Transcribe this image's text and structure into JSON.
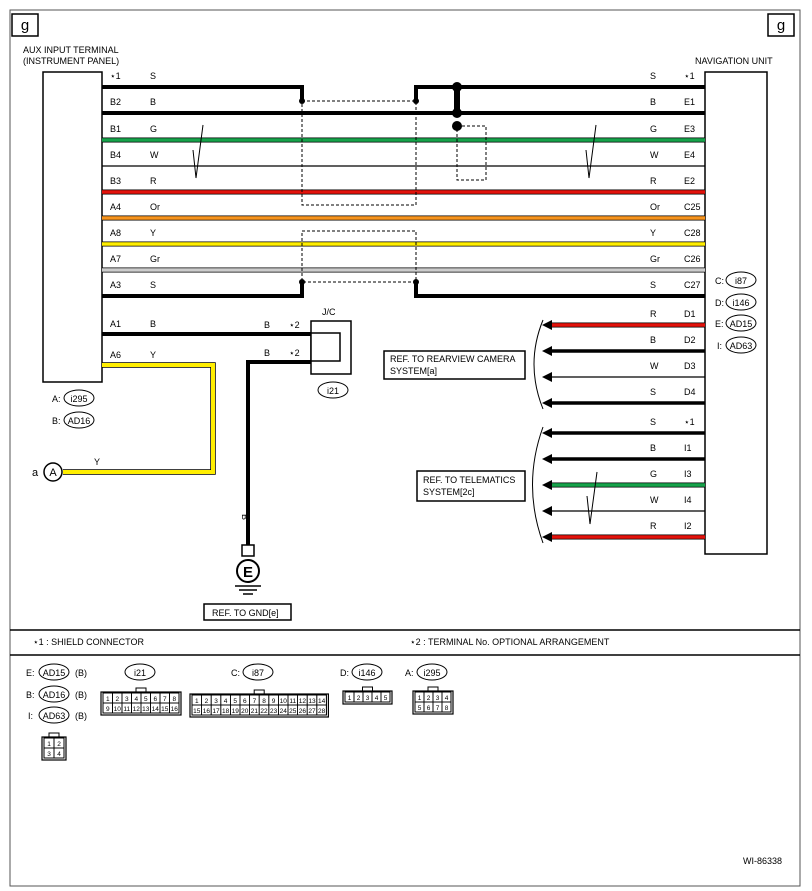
{
  "corner_tag": "g",
  "aux": {
    "title1": "AUX INPUT TERMINAL",
    "title2": "(INSTRUMENT PANEL)"
  },
  "nav": {
    "title": "NAVIGATION UNIT"
  },
  "rows": [
    {
      "lp": "⋆1",
      "lc": "S",
      "rc": "S",
      "rp": "⋆1",
      "color": "#000000"
    },
    {
      "lp": "B2",
      "lc": "B",
      "rc": "B",
      "rp": "E1",
      "color": "#000000"
    },
    {
      "lp": "B1",
      "lc": "G",
      "rc": "G",
      "rp": "E3",
      "color": "#16a34a"
    },
    {
      "lp": "B4",
      "lc": "W",
      "rc": "W",
      "rp": "E4",
      "color": "#000000"
    },
    {
      "lp": "B3",
      "lc": "R",
      "rc": "R",
      "rp": "E2",
      "color": "#e3120b"
    },
    {
      "lp": "A4",
      "lc": "Or",
      "rc": "Or",
      "rp": "C25",
      "color": "#f7941d"
    },
    {
      "lp": "A8",
      "lc": "Y",
      "rc": "Y",
      "rp": "C28",
      "color": "#ffee00"
    },
    {
      "lp": "A7",
      "lc": "Gr",
      "rc": "Gr",
      "rp": "C26",
      "color": "#cccccc"
    },
    {
      "lp": "A3",
      "lc": "S",
      "rc": "S",
      "rp": "C27",
      "color": "#000000"
    }
  ],
  "aux_lower": [
    {
      "pin": "A1",
      "color_code": "B"
    },
    {
      "pin": "A6",
      "color_code": "Y"
    }
  ],
  "jc": {
    "label": "J/C",
    "in1_color": "B",
    "in1_pin": "⋆2",
    "in2_color": "B",
    "in2_pin": "⋆2",
    "id": "i21"
  },
  "nav_conn": [
    {
      "p": "C:",
      "id": "i87"
    },
    {
      "p": "D:",
      "id": "i146"
    },
    {
      "p": "E:",
      "id": "AD15"
    },
    {
      "p": "I:",
      "id": "AD63"
    }
  ],
  "aux_conn": [
    {
      "p": "A:",
      "id": "i295"
    },
    {
      "p": "B:",
      "id": "AD16"
    }
  ],
  "rear_rows": [
    {
      "c": "R",
      "p": "D1",
      "color": "#e3120b"
    },
    {
      "c": "B",
      "p": "D2",
      "color": "#000000"
    },
    {
      "c": "W",
      "p": "D3",
      "color": "#000000"
    },
    {
      "c": "S",
      "p": "D4",
      "color": "#000000"
    }
  ],
  "tele_rows": [
    {
      "c": "S",
      "p": "⋆1",
      "color": "#000000"
    },
    {
      "c": "B",
      "p": "I1",
      "color": "#000000"
    },
    {
      "c": "G",
      "p": "I3",
      "color": "#16a34a"
    },
    {
      "c": "W",
      "p": "I4",
      "color": "#000000"
    },
    {
      "c": "R",
      "p": "I2",
      "color": "#e3120b"
    }
  ],
  "ref_rear": {
    "line1": "REF. TO REARVIEW CAMERA",
    "line2": "SYSTEM[a]"
  },
  "ref_tele": {
    "line1": "REF. TO TELEMATICS",
    "line2": "SYSTEM[2c]"
  },
  "ref_gnd": "REF. TO GND[e]",
  "gnd_symbol": "E",
  "gnd_wire": "B",
  "link": {
    "prefix": "a",
    "symbol": "A",
    "wire": "Y"
  },
  "notes": {
    "n1": "⋆1 : SHIELD CONNECTOR",
    "n2": "⋆2 : TERMINAL No. OPTIONAL ARRANGEMENT"
  },
  "legend": {
    "eac": [
      {
        "p": "E:",
        "id": "AD15",
        "c": "(B)"
      },
      {
        "p": "B:",
        "id": "AD16",
        "c": "(B)"
      },
      {
        "p": "I:",
        "id": "AD63",
        "c": "(B)"
      }
    ],
    "i21": {
      "label": "i21",
      "top": [
        "1",
        "2",
        "3",
        "4",
        "5",
        "6",
        "7",
        "8"
      ],
      "bottom": [
        "9",
        "10",
        "11",
        "12",
        "13",
        "14",
        "15",
        "16"
      ]
    },
    "i87": {
      "prefix": "C:",
      "label": "i87",
      "top": [
        "1",
        "2",
        "3",
        "4",
        "5",
        "6",
        "7",
        "8",
        "9",
        "10",
        "11",
        "12",
        "13",
        "14"
      ],
      "bottom": [
        "15",
        "16",
        "17",
        "18",
        "19",
        "20",
        "21",
        "22",
        "23",
        "24",
        "25",
        "26",
        "27",
        "28"
      ]
    },
    "i146": {
      "prefix": "D:",
      "label": "i146",
      "top": [
        "1",
        "2",
        "3",
        "4",
        "5"
      ]
    },
    "i295": {
      "prefix": "A:",
      "label": "i295",
      "top": [
        "1",
        "2",
        "3",
        "4"
      ],
      "bottom": [
        "5",
        "6",
        "7",
        "8"
      ]
    },
    "small": {
      "top": [
        "1",
        "2"
      ],
      "bottom": [
        "3",
        "4"
      ]
    }
  },
  "doc_id": "WI-86338"
}
